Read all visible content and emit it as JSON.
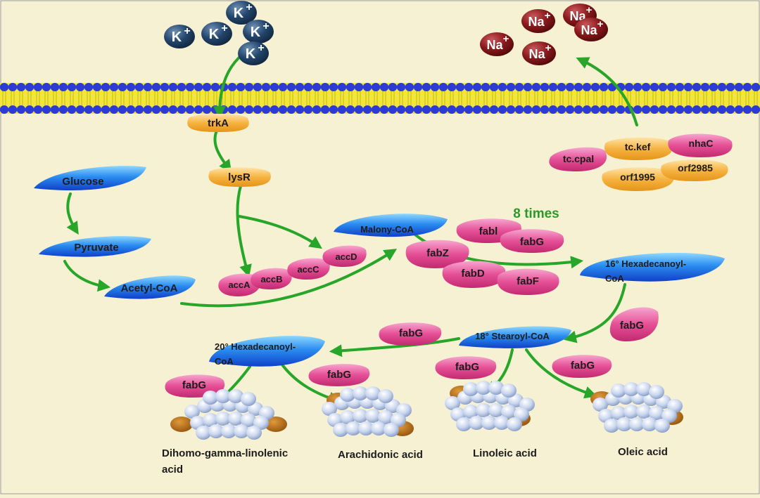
{
  "ions": {
    "potassium": {
      "symbol": "K",
      "charge": "+"
    },
    "sodium": {
      "symbol": "Na",
      "charge": "+"
    }
  },
  "metabolites": {
    "glucose": "Glucose",
    "pyruvate": "Pyruvate",
    "acetyl_coa": "Acetyl-CoA",
    "malony_coa": "Malony-CoA",
    "hexadecanoyl_16_line1": "16°  Hexadecanoyl-",
    "hexadecanoyl_16_line2": "CoA",
    "stearoyl_18": "18°  Stearoyl-CoA",
    "hexadecanoyl_20_line1": "20°  Hexadecanoyl-",
    "hexadecanoyl_20_line2": "CoA"
  },
  "genes": {
    "trkA": "trkA",
    "lysR": "lysR",
    "accA": "accA",
    "accB": "accB",
    "accC": "accC",
    "accD": "accD",
    "fabI": "fabl",
    "fabG": "fabG",
    "fabZ": "fabZ",
    "fabD": "fabD",
    "fabF": "fabF",
    "tc_cpal": "tc.cpal",
    "tc_kef": "tc.kef",
    "nhaC": "nhaC",
    "orf1995": "orf1995",
    "orf2985": "orf2985"
  },
  "annotations": {
    "cycle_label": "8 times"
  },
  "products": {
    "dihomo_line1": "Dihomo-gamma-linolenic",
    "dihomo_line2": "acid",
    "arachidonic": "Arachidonic acid",
    "linoleic": "Linoleic acid",
    "oleic": "Oleic acid"
  },
  "colors": {
    "background": "#f7f1d3",
    "membrane_head": "#2c3ad6",
    "membrane_tail": "#f2e63a",
    "arrow": "#27a629",
    "metabolite_blue": "#1f7de8",
    "gene_pink": "#e5488f",
    "gene_orange": "#f5b03a",
    "potassium_ion": "#1f3f63",
    "sodium_ion": "#7d1416",
    "label_green": "#2a9a2a"
  }
}
